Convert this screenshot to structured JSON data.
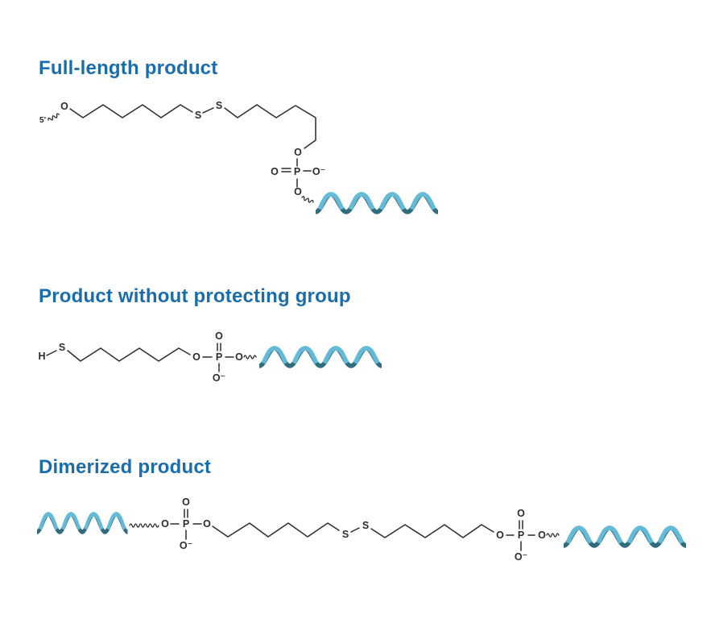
{
  "colors": {
    "background": "#ffffff",
    "title_blue": "#1a6dad",
    "bond": "#2d2c2b",
    "helix_dark": "#2f6c7d",
    "helix_light": "#64bbd8"
  },
  "sections": {
    "full_length": {
      "title": "Full-length product",
      "atoms": {
        "five_prime": "5'",
        "o1": "O",
        "s1": "S",
        "s2": "S",
        "o2": "O",
        "o_dbl": "O",
        "p": "P",
        "o_minus": "O⁻",
        "o3": "O"
      }
    },
    "deprotected": {
      "title": "Product without protecting group",
      "atoms": {
        "h": "H",
        "s": "S",
        "o1": "O",
        "o_dbl": "O",
        "p": "P",
        "o_minus": "O⁻",
        "o2": "O"
      }
    },
    "dimer": {
      "title": "Dimerized product",
      "atoms": {
        "o1": "O",
        "o_dbl_left": "O",
        "p_left": "P",
        "o_minus_left": "O⁻",
        "o2": "O",
        "s1": "S",
        "s2": "S",
        "o3": "O",
        "o_dbl_right": "O",
        "p_right": "P",
        "o_minus_right": "O⁻",
        "o4": "O"
      }
    }
  }
}
